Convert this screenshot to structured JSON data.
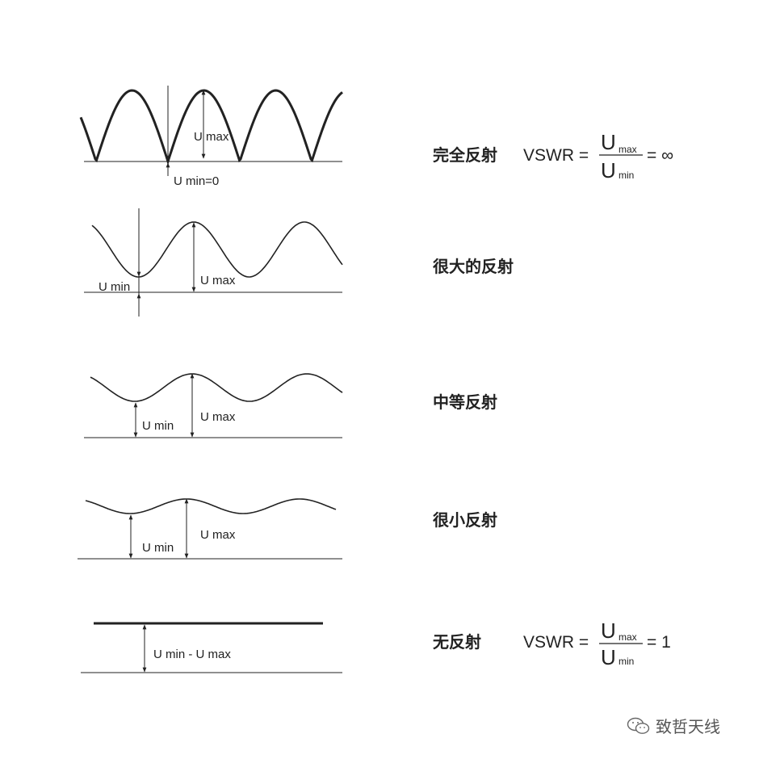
{
  "labels": {
    "umax": "U max",
    "umin": "U min",
    "umin_zero": "U min=0",
    "umin_minus_umax": "U min - U max"
  },
  "rows": [
    {
      "title": "完全反射",
      "vswr": "VSWR =",
      "num": "U",
      "num_sub": "max",
      "den": "U",
      "den_sub": "min",
      "result": "= ∞"
    },
    {
      "title": "很大的反射"
    },
    {
      "title": "中等反射"
    },
    {
      "title": "很小反射"
    },
    {
      "title": "无反射",
      "vswr": "VSWR =",
      "num": "U",
      "num_sub": "max",
      "den": "U",
      "den_sub": "min",
      "result": "= 1"
    }
  ],
  "watermark": {
    "text": "致哲天线",
    "icon": "wechat-icon"
  },
  "colors": {
    "ink": "#222222",
    "stroke": "#222222",
    "watermark": "#555555"
  }
}
